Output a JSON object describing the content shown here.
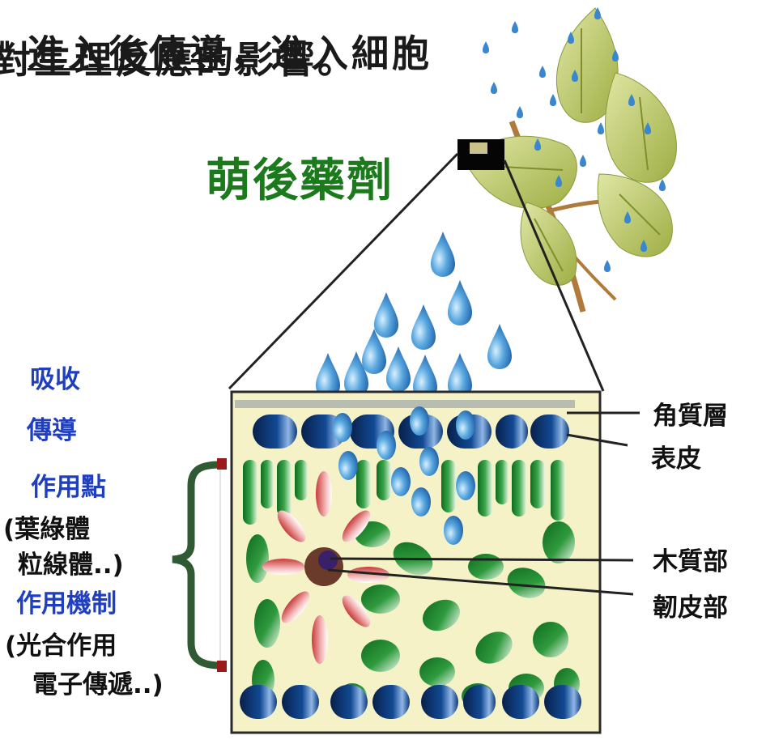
{
  "header": {
    "line1_underlined": "進入後",
    "line1_underlined_b": "傳導",
    "line1_rest": "，進入細胞",
    "line2": "對生理反應的影響。"
  },
  "diagram": {
    "spray_label": "萌後藥劑",
    "left_labels": {
      "absorb": "吸收",
      "conduct": "傳導",
      "site_title": "作用點",
      "site_detail_1": "(葉綠體",
      "site_detail_2": "粒線體..)",
      "mech_title": "作用機制",
      "mech_detail_1": "(光合作用",
      "mech_detail_2": "電子傳遞..)"
    },
    "right_labels": {
      "cuticle": "角質層",
      "epidermis": "表皮",
      "xylem": "木質部",
      "phloem": "韌皮部"
    }
  },
  "colors": {
    "label_blue": "#1f3fbf",
    "spray_green": "#1b7a1b",
    "epidermis_blue": "#0d3a78",
    "droplet_blue": "#5aa8e0",
    "chloroplast_green": "#1e8a2e",
    "tissue_yellow": "#f5f2c8",
    "bracket_green": "#2f5a34"
  }
}
